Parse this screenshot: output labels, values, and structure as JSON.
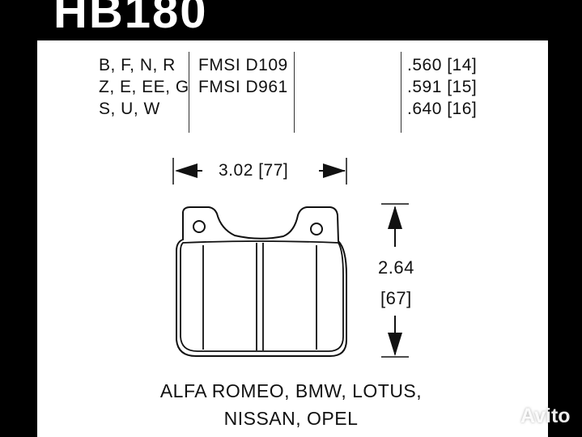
{
  "part_number": "HB180",
  "compounds": [
    "B, F, N, R",
    "Z, E, EE, G",
    "S, U, W"
  ],
  "fmsi": [
    "FMSI D109",
    "FMSI D961"
  ],
  "thickness": [
    ".560 [14]",
    ".591 [15]",
    ".640 [16]"
  ],
  "dimensions": {
    "width": "3.02 [77]",
    "height_in": "2.64",
    "height_mm": "[67]"
  },
  "applications": [
    "ALFA ROMEO, BMW, LOTUS,",
    "NISSAN, OPEL"
  ],
  "watermark": "Avito",
  "colors": {
    "background": "#000000",
    "sheet": "#ffffff",
    "ink": "#111111"
  }
}
